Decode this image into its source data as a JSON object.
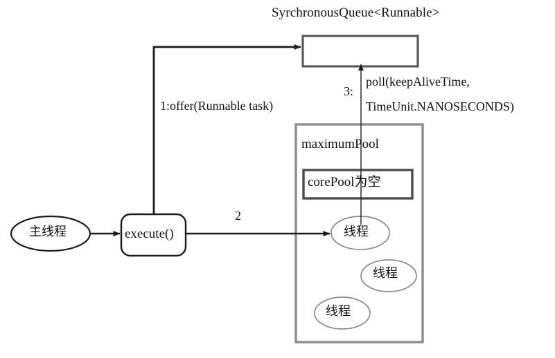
{
  "diagram": {
    "type": "flow-diagram",
    "title_note": "Java ThreadPoolExecutor SynchronousQueue workflow",
    "queue": {
      "title": "SyrchronousQueue<Runnable>",
      "box_fill": "#ffffff",
      "box_stroke": "#595959"
    },
    "edges": {
      "offer_label": "1:offer(Runnable task)",
      "poll_index": "3:",
      "poll_line1": "poll(keepAliveTime,",
      "poll_line2": "TimeUnit.NANOSECONDS)",
      "step2_label": "2"
    },
    "nodes": {
      "main_thread": "主线程",
      "execute": "execute()",
      "maximum_pool": "maximumPool",
      "core_pool": "corePool为空",
      "threads": [
        "线程",
        "线程",
        "线程"
      ]
    },
    "colors": {
      "stroke_dark": "#1a1a1a",
      "stroke_gray": "#6e6e6e",
      "stroke_light": "#8c8c8c",
      "background": "#ffffff"
    }
  }
}
